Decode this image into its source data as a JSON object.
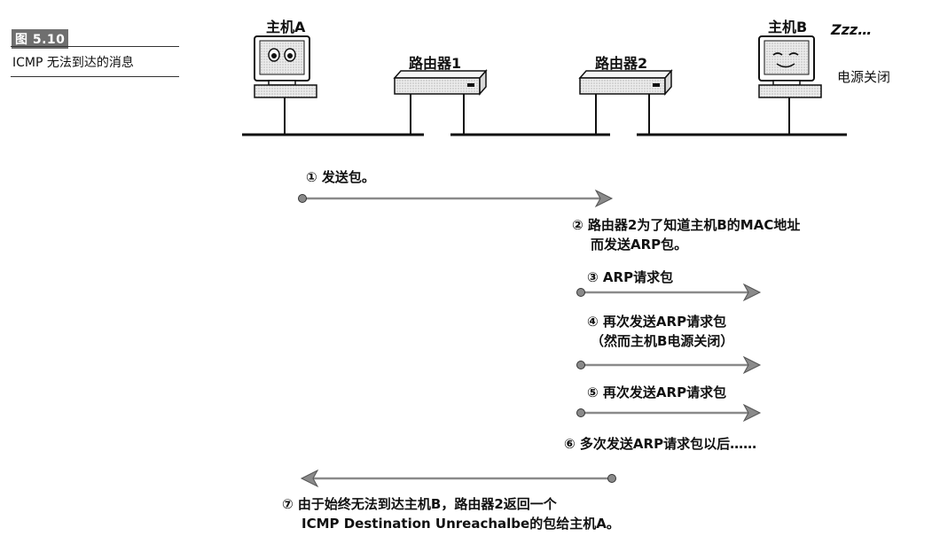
{
  "figure": {
    "number": "图 5.10",
    "caption": "ICMP 无法到达的消息"
  },
  "nodes": {
    "host_a": "主机A",
    "router_1": "路由器1",
    "router_2": "路由器2",
    "host_b": "主机B",
    "host_b_sleep": "Zzz…",
    "host_b_power": "电源关闭"
  },
  "steps": {
    "s1": "① 发送包。",
    "s2_line1": "② 路由器2为了知道主机B的MAC地址",
    "s2_line2": "而发送ARP包。",
    "s3": "③ ARP请求包",
    "s4_line1": "④ 再次发送ARP请求包",
    "s4_line2": "（然而主机B电源关闭）",
    "s5": "⑤ 再次发送ARP请求包",
    "s6": "⑥ 多次发送ARP请求包以后……",
    "s7_line1": "⑦ 由于始终无法到达主机B，路由器2返回一个",
    "s7_line2": "ICMP Destination Unreachalbe的包给主机A。"
  },
  "colors": {
    "arrow": "#8a8a8a",
    "device": "#e6e6e6",
    "line": "#111111"
  }
}
